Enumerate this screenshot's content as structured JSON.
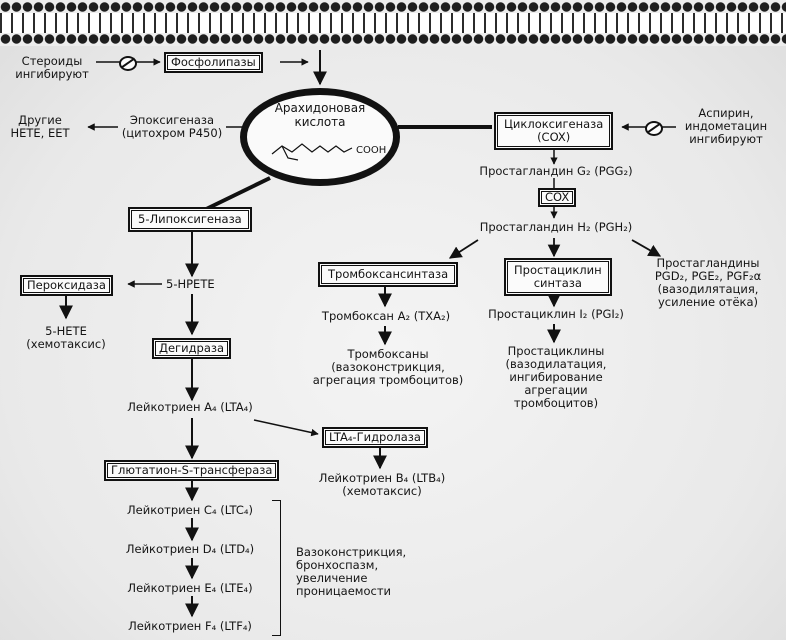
{
  "inhibitors": {
    "steroids": [
      "Стероиды",
      "ингибируют"
    ],
    "aspirin": [
      "Аспирин,",
      "индометацин",
      "ингибируют"
    ]
  },
  "center": {
    "arachidonic": [
      "Арахидоновая",
      "кислота"
    ],
    "cooh": "COOH"
  },
  "enzymes": {
    "phospholipase": "Фосфолипазы",
    "epoxygenase": [
      "Эпоксигеназа",
      "(цитохром P450)"
    ],
    "cox_main": [
      "Циклоксигеназа",
      "(COX)"
    ],
    "cox": "COX",
    "lipoxygenase": "5-Липоксигеназа",
    "peroxidase": "Пероксидаза",
    "dehydrase": "Дегидраза",
    "thromboxane_synthase": "Тромбоксансинтаза",
    "prostacyclin_synthase": [
      "Простациклин",
      "синтаза"
    ],
    "lta4_hydrolase": "LTA₄-Гидролаза",
    "glutathione": "Глютатион-S-трансфераза"
  },
  "products": {
    "other_hete": [
      "Другие",
      "HETE, EET"
    ],
    "pgg2": "Простагландин G₂ (PGG₂)",
    "pgh2": "Простагландин H₂ (PGH₂)",
    "prostaglandins": [
      "Простагландины",
      "PGD₂, PGE₂, PGF₂α",
      "(вазодилятация,",
      "усиление отёка)"
    ],
    "txa2": "Тромбоксан A₂ (TXA₂)",
    "thromboxanes": [
      "Тромбоксаны",
      "(вазоконстрикция,",
      "агрегация тромбоцитов)"
    ],
    "pgi2": "Простациклин I₂ (PGI₂)",
    "prostacyclins": [
      "Простациклины",
      "(вазодилатация,",
      "ингибирование",
      "агрегации",
      "тромбоцитов)"
    ],
    "hpete": "5-HPETE",
    "hete": [
      "5-HETE",
      "(хемотаксис)"
    ],
    "lta4": "Лейкотриен A₄ (LTA₄)",
    "ltb4": [
      "Лейкотриен B₄ (LTB₄)",
      "(хемотаксис)"
    ],
    "ltc4": "Лейкотриен C₄ (LTC₄)",
    "ltd4": "Лейкотриен D₄ (LTD₄)",
    "lte4": "Лейкотриен E₄ (LTE₄)",
    "ltf4": "Лейкотриен F₄ (LTF₄)",
    "effects": [
      "Вазоконстрикция,",
      "бронхоспазм,",
      "увеличение",
      "проницаемости"
    ]
  }
}
